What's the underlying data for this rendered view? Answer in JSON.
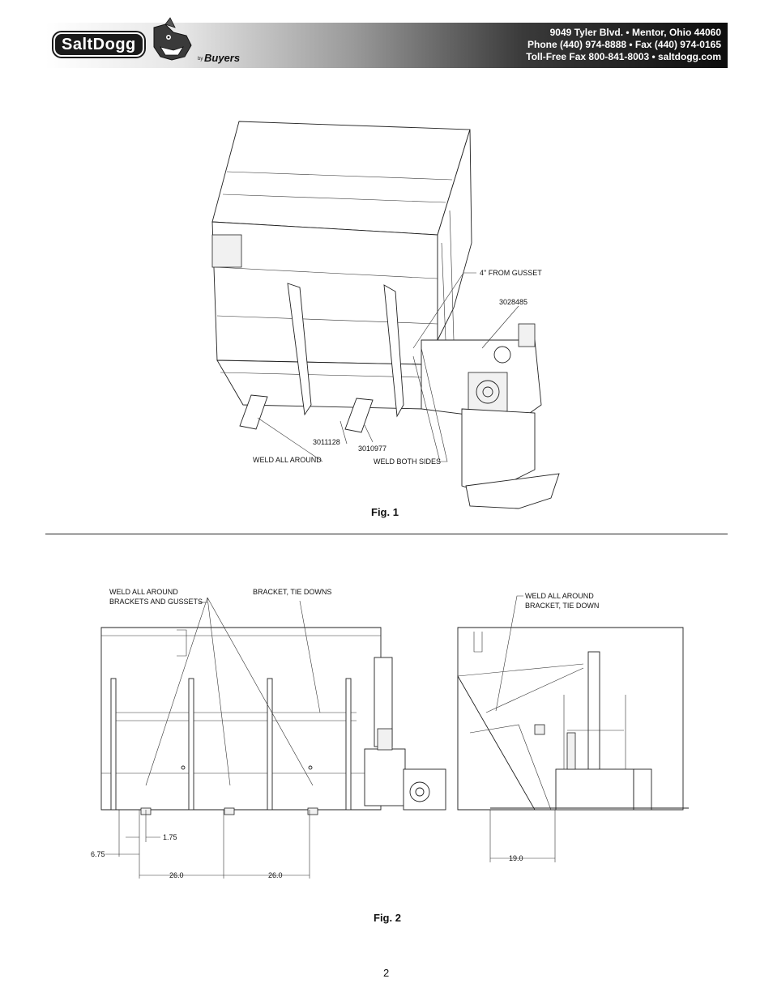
{
  "header": {
    "brand": "SaltDogg",
    "by": "by",
    "buyers": "Buyers",
    "address": "9049 Tyler Blvd. • Mentor, Ohio 44060",
    "phone": "Phone (440) 974-8888 • Fax (440) 974-0165",
    "tollfree": "Toll-Free Fax 800-841-8003 • saltdogg.com"
  },
  "fig1": {
    "caption": "Fig. 1",
    "labels": {
      "from_gusset": "4\" FROM GUSSET",
      "part_3028485": "3028485",
      "part_3011128": "3011128",
      "part_3010977": "3010977",
      "weld_all_around": "WELD ALL AROUND",
      "weld_both_sides": "WELD BOTH SIDES"
    }
  },
  "fig2": {
    "caption": "Fig. 2",
    "labels": {
      "weld_brackets_l1": "WELD ALL AROUND",
      "weld_brackets_l2": "BRACKETS AND GUSSETS",
      "bracket_tie_downs": "BRACKET, TIE DOWNS",
      "weld_tie_down_l1": "WELD ALL AROUND",
      "weld_tie_down_l2": "BRACKET, TIE DOWN",
      "dim_175": "1.75",
      "dim_675": "6.75",
      "dim_26a": "26.0",
      "dim_26b": "26.0",
      "dim_19": "19.0"
    }
  },
  "page_number": "2"
}
